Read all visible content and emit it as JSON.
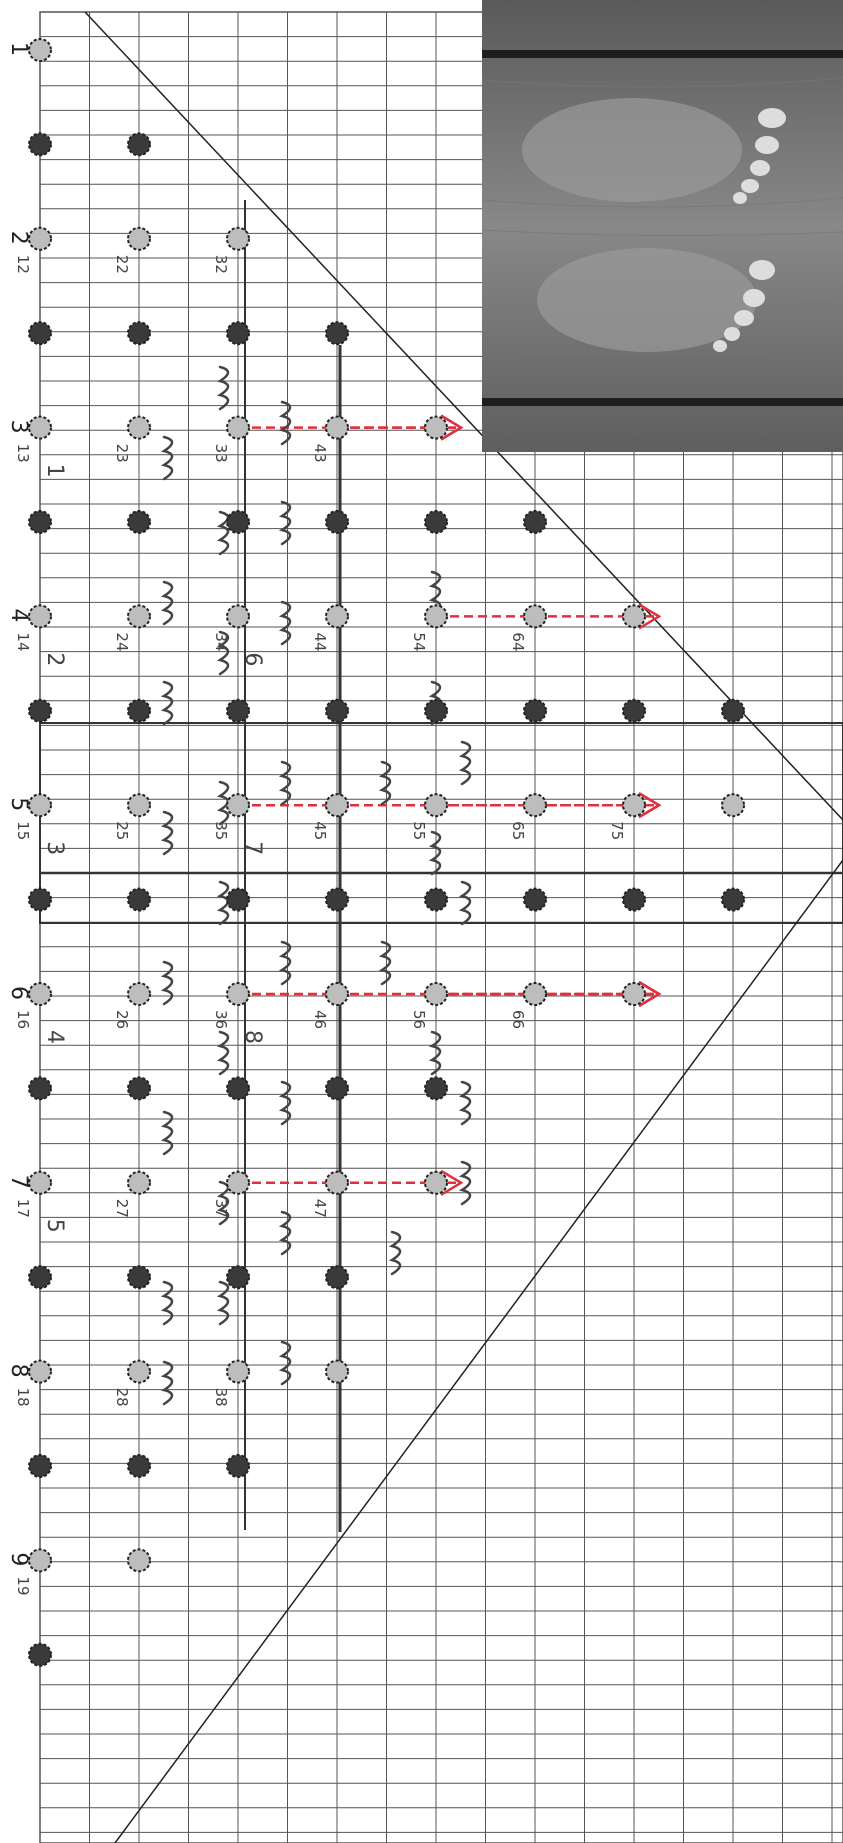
{
  "sheet": {
    "column_numbers": [
      "1",
      "2",
      "3",
      "4",
      "5",
      "6",
      "7",
      "8",
      "9"
    ],
    "handwritten_labels": [
      {
        "text": "12",
        "row": 1,
        "col": 2
      },
      {
        "text": "13",
        "row": 1,
        "col": 3
      },
      {
        "text": "14",
        "row": 1,
        "col": 4
      },
      {
        "text": "15",
        "row": 1,
        "col": 5
      },
      {
        "text": "16",
        "row": 1,
        "col": 6
      },
      {
        "text": "17",
        "row": 1,
        "col": 7
      },
      {
        "text": "18",
        "row": 1,
        "col": 8
      },
      {
        "text": "19",
        "row": 1,
        "col": 9
      },
      {
        "text": "22",
        "row": 2,
        "col": 2
      },
      {
        "text": "23",
        "row": 2,
        "col": 3
      },
      {
        "text": "24",
        "row": 2,
        "col": 4
      },
      {
        "text": "25",
        "row": 2,
        "col": 5
      },
      {
        "text": "26",
        "row": 2,
        "col": 6
      },
      {
        "text": "27",
        "row": 2,
        "col": 7
      },
      {
        "text": "28",
        "row": 2,
        "col": 8
      },
      {
        "text": "32",
        "row": 3,
        "col": 2
      },
      {
        "text": "33",
        "row": 3,
        "col": 3
      },
      {
        "text": "34",
        "row": 3,
        "col": 4
      },
      {
        "text": "35",
        "row": 3,
        "col": 5
      },
      {
        "text": "36",
        "row": 3,
        "col": 6
      },
      {
        "text": "37",
        "row": 3,
        "col": 7
      },
      {
        "text": "38",
        "row": 3,
        "col": 8
      },
      {
        "text": "43",
        "row": 4,
        "col": 3
      },
      {
        "text": "44",
        "row": 4,
        "col": 4
      },
      {
        "text": "45",
        "row": 4,
        "col": 5
      },
      {
        "text": "46",
        "row": 4,
        "col": 6
      },
      {
        "text": "47",
        "row": 4,
        "col": 7
      },
      {
        "text": "54",
        "row": 5,
        "col": 4
      },
      {
        "text": "55",
        "row": 5,
        "col": 5
      },
      {
        "text": "56",
        "row": 5,
        "col": 6
      },
      {
        "text": "64",
        "row": 6,
        "col": 4
      },
      {
        "text": "65",
        "row": 6,
        "col": 5
      },
      {
        "text": "66",
        "row": 6,
        "col": 6
      },
      {
        "text": "75",
        "row": 7,
        "col": 5
      }
    ],
    "digit_marks": [
      {
        "text": "1",
        "row": 1,
        "col": 3
      },
      {
        "text": "2",
        "row": 1,
        "col": 4
      },
      {
        "text": "3",
        "row": 1,
        "col": 5
      },
      {
        "text": "4",
        "row": 1,
        "col": 6
      },
      {
        "text": "5",
        "row": 1,
        "col": 7
      },
      {
        "text": "6",
        "row": 3,
        "col": 4
      },
      {
        "text": "7",
        "row": 3,
        "col": 5
      },
      {
        "text": "8",
        "row": 3,
        "col": 6
      }
    ],
    "colors": {
      "grid": "#555555",
      "dot_dark": "#3a3a3a",
      "dot_light": "#bdbdbd",
      "red_mark": "#e0303f",
      "pencil": "#444444"
    }
  },
  "photo": {
    "subject": "bare footprints on wooden boards"
  }
}
